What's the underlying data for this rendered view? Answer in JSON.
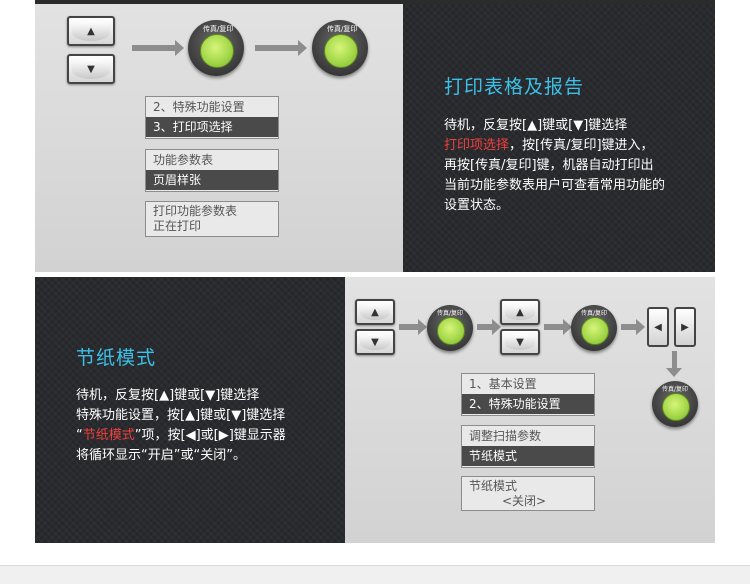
{
  "section1": {
    "title": "打印表格及报告",
    "desc_line1": "待机，反复按[▲]键或[▼]键选择",
    "desc_red": "打印项选择",
    "desc_line2_rest": "，按[传真/复印]键进入，",
    "desc_line3": "再按[传真/复印]键，机器自动打印出",
    "desc_line4": "当前功能参数表用户可查看常用功能的",
    "desc_line5": "设置状态。",
    "button_label": "传真/复印",
    "menu1": {
      "row1": "2、特殊功能设置",
      "row2": "3、打印项选择"
    },
    "menu2": {
      "row1": "功能参数表",
      "row2": "页眉样张"
    },
    "menu3": {
      "row1": "打印功能参数表",
      "row2": "正在打印"
    }
  },
  "section2": {
    "title": "节纸模式",
    "desc_line1": "待机，反复按[▲]键或[▼]键选择",
    "desc_line2": "特殊功能设置，按[▲]键或[▼]键选择",
    "desc_q_open": "“",
    "desc_red": "节纸模式",
    "desc_line3_rest": "”项，按[◀]或[▶]键显示器",
    "desc_line4": "将循环显示“开启”或“关闭”。",
    "button_label": "传真/复印",
    "menu1": {
      "row1": "1、基本设置",
      "row2": "2、特殊功能设置"
    },
    "menu2": {
      "row1": "调整扫描参数",
      "row2": "节纸模式"
    },
    "menu3": {
      "row1": "节纸模式",
      "row2": "<关闭>"
    }
  },
  "icons": {
    "up": "▲",
    "down": "▼",
    "left": "◀",
    "right": "▶"
  },
  "colors": {
    "title_blue": "#3dc0e8",
    "highlight_red": "#f04040",
    "button_green": "#a5d84a",
    "dark_panel": "#25272a"
  }
}
